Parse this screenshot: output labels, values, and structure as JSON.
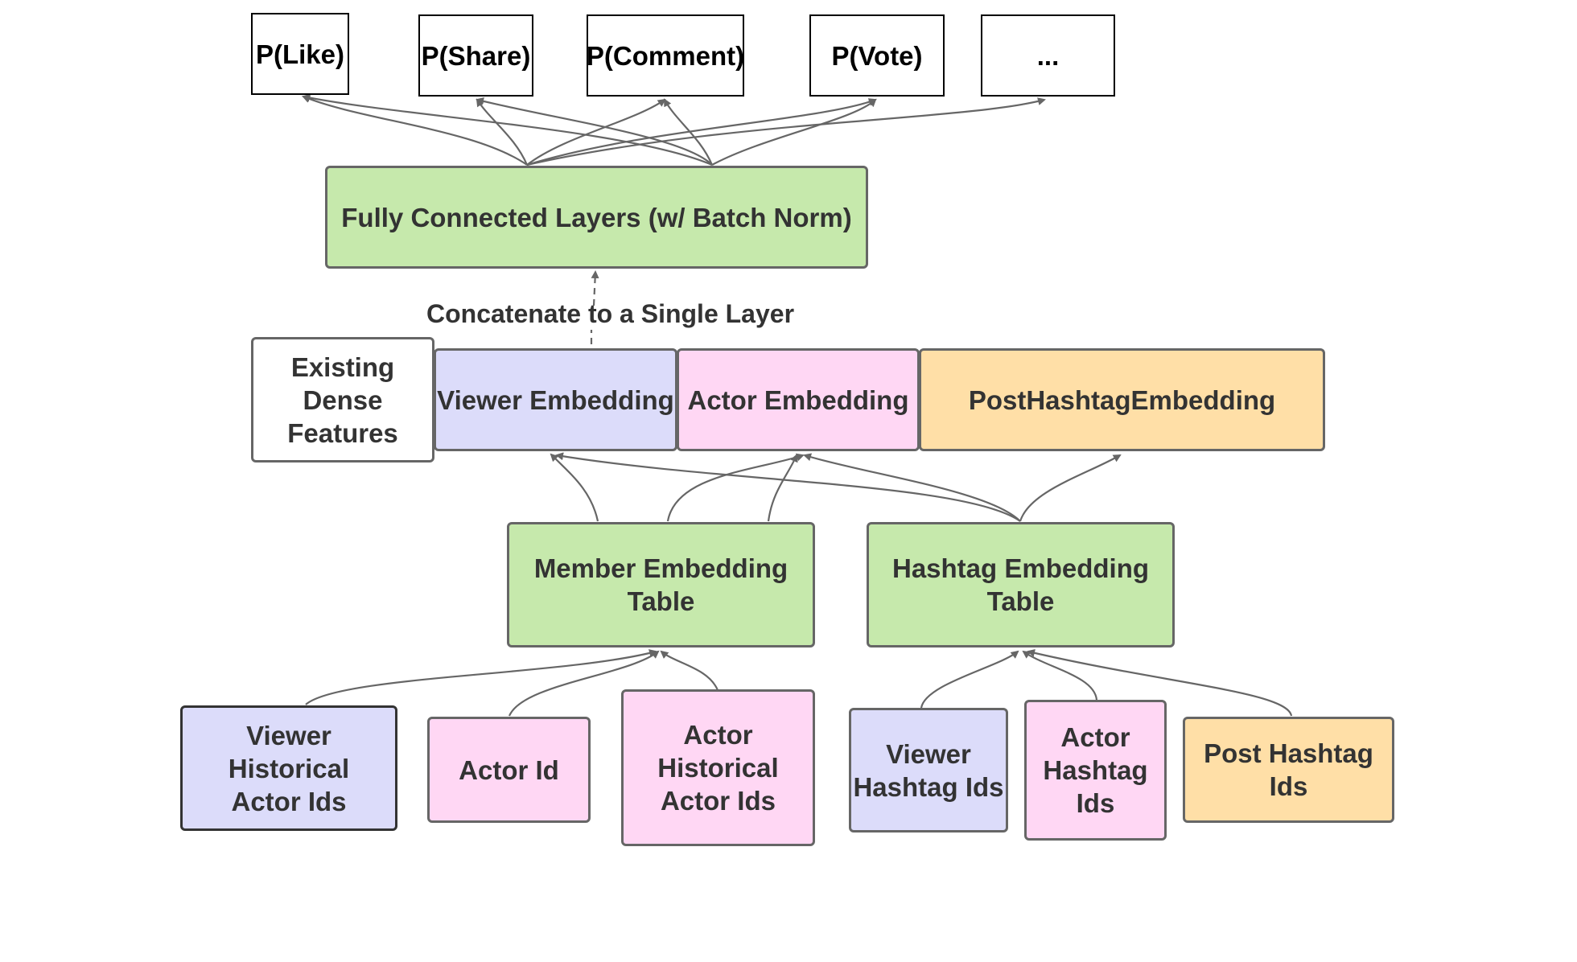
{
  "colors": {
    "green": "#c6e9ac",
    "lavender": "#dcdcfa",
    "pink": "#ffd7f4",
    "orange": "#ffdfa7",
    "arrow": "#666666"
  },
  "outputs": {
    "like": "P(Like)",
    "share": "P(Share)",
    "comment": "P(Comment)",
    "vote": "P(Vote)",
    "more": "..."
  },
  "fc_layers": "Fully Connected Layers (w/ Batch Norm)",
  "concat_label": "Concatenate to a Single Layer",
  "embeddings": {
    "dense": "Existing\nDense\nFeatures",
    "viewer": "Viewer Embedding",
    "actor": "Actor Embedding",
    "post_hashtag": "PostHashtagEmbedding"
  },
  "tables": {
    "member": "Member  Embedding\nTable",
    "hashtag": "Hashtag Embedding\nTable"
  },
  "inputs": {
    "viewer_hist_actor_ids": "Viewer Historical\nActor Ids",
    "actor_id": "Actor Id",
    "actor_hist_actor_ids": "Actor\nHistorical\nActor Ids",
    "viewer_hashtag_ids": "Viewer\nHashtag Ids",
    "actor_hashtag_ids": "Actor\nHashtag\nIds",
    "post_hashtag_ids": "Post Hashtag Ids"
  }
}
